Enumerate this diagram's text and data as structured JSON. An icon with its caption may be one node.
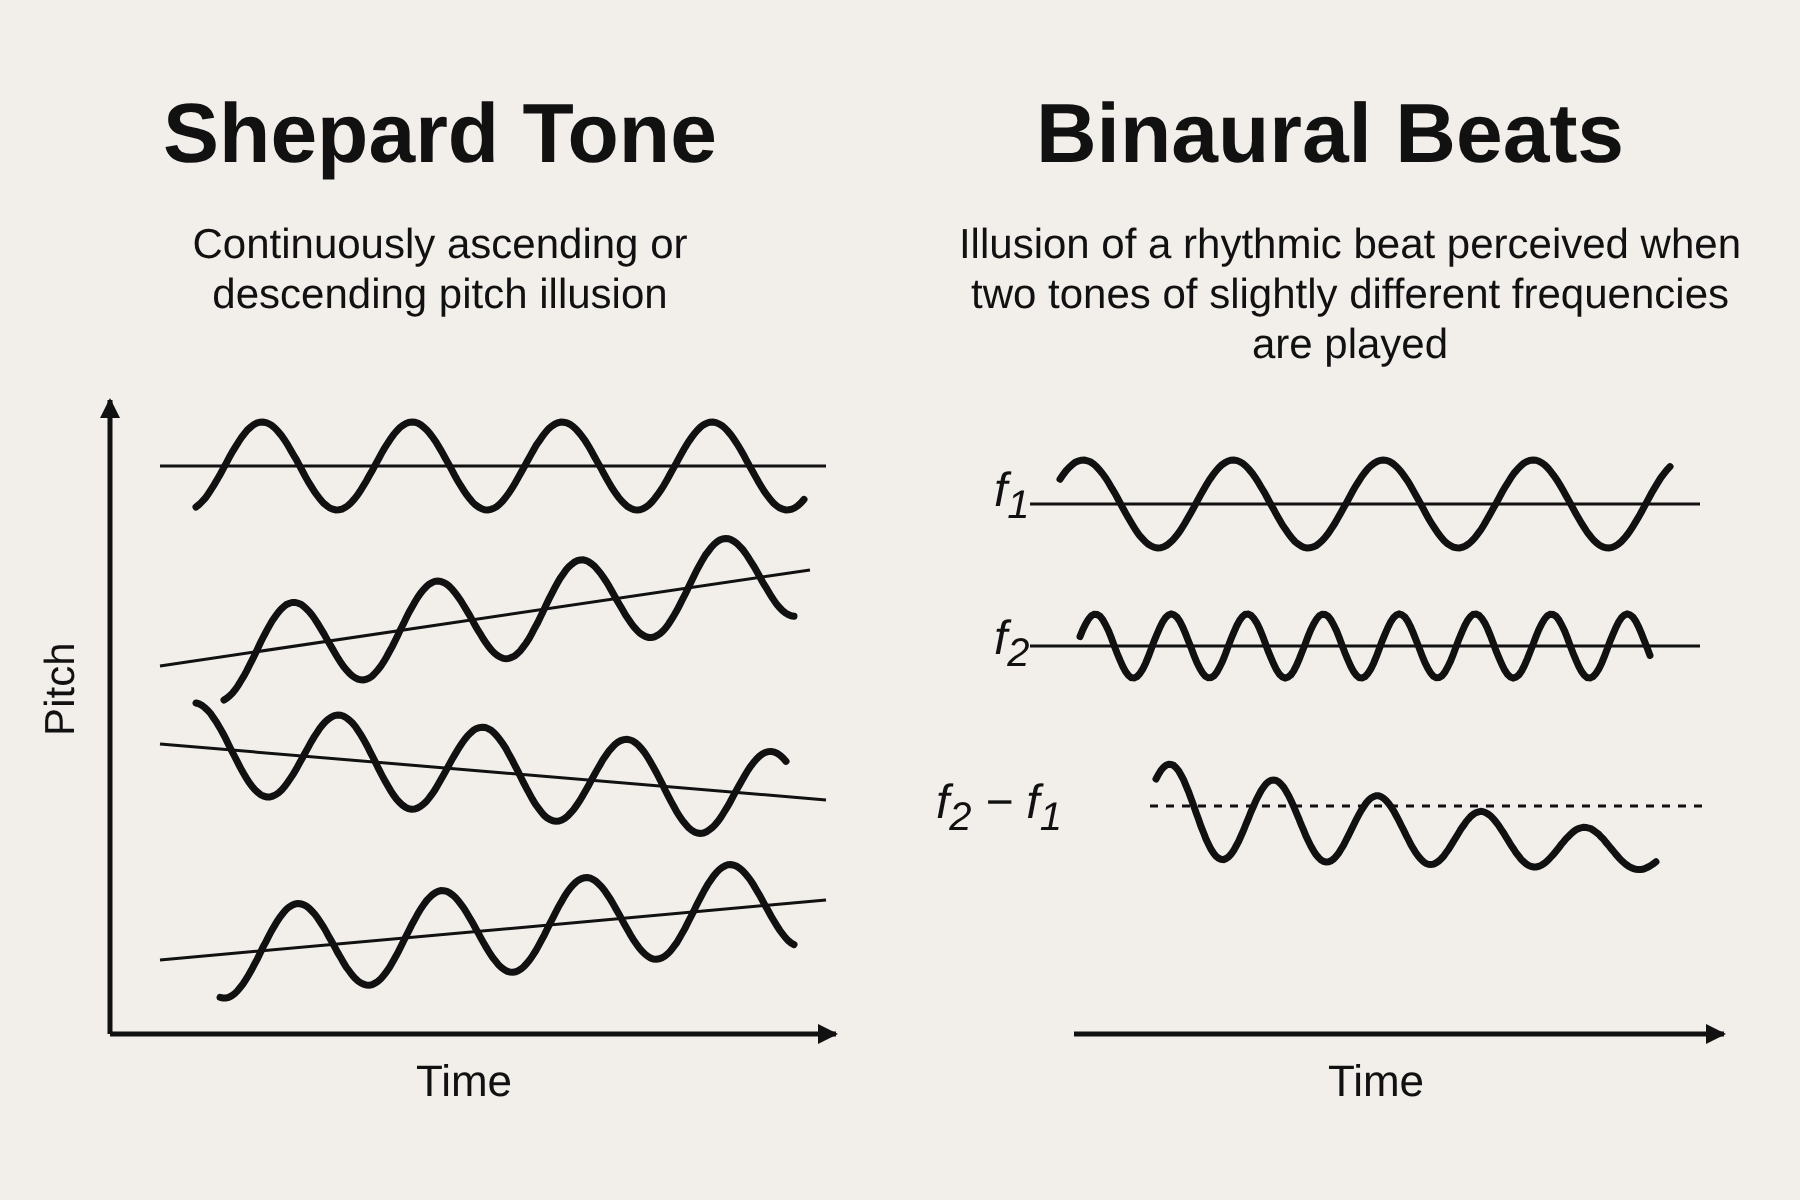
{
  "diagram": {
    "labels": [
      "Shepard Tone",
      "Binaural Beats",
      "Continuously ascending or descending pitch illusion",
      "Illusion of a rhythmic beat perceived when two tones of slightly different frequencies are played",
      "Pitch",
      "f$_{1}$",
      "f$_{2}$",
      "f$_{2}$ − f$_{1}$",
      "Time",
      "Time"
    ]
  }
}
